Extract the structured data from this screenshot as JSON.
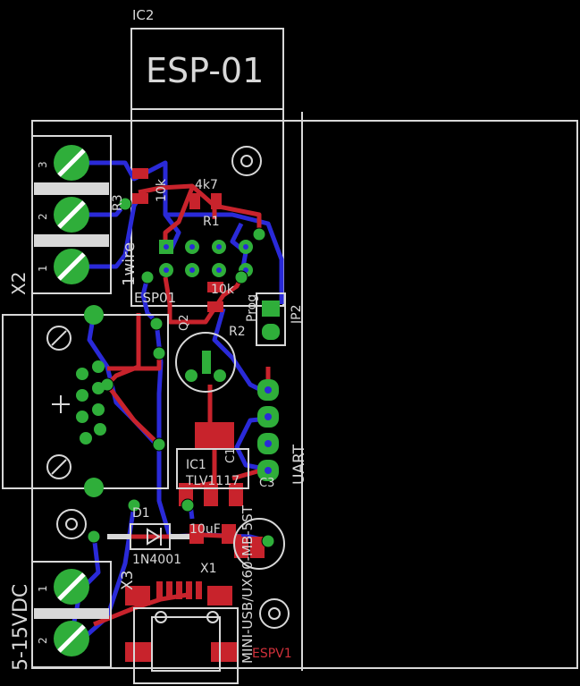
{
  "board": {
    "background": "#000000",
    "colors": {
      "outline": "#d8d8d8",
      "top_copper": "#c8232c",
      "bottom_copper": "#2a2ad8",
      "pad": "#2fae3a",
      "via": "#2fae3a"
    }
  },
  "labels": {
    "ic2": "IC2",
    "esp01_big": "ESP-01",
    "r3": "R3",
    "r3_value": "10k",
    "r1_value": "4k7",
    "r1": "R1",
    "x2": "X2",
    "wire_label": "1wire",
    "esp01_small": "ESP01",
    "q2": "Q2",
    "r2_value": "10k",
    "r2": "R2",
    "prog": "Prog",
    "jp2": "JP2",
    "uart": "UART",
    "ic1": "IC1",
    "tlv": "TLV1117",
    "c1": "C1",
    "c3": "C3",
    "d1": "D1",
    "diode_part": "1N4001",
    "cap_10u": "10uF",
    "x3": "X3",
    "x1": "X1",
    "usb": "MINI-USB/UX60-MB-5ST",
    "voltage": "5-15VDC",
    "spv1": "ESPV1",
    "x2_pin1": "1",
    "x2_pin2": "2",
    "x2_pin3": "3",
    "x3_pin1": "1",
    "x3_pin2": "2"
  }
}
